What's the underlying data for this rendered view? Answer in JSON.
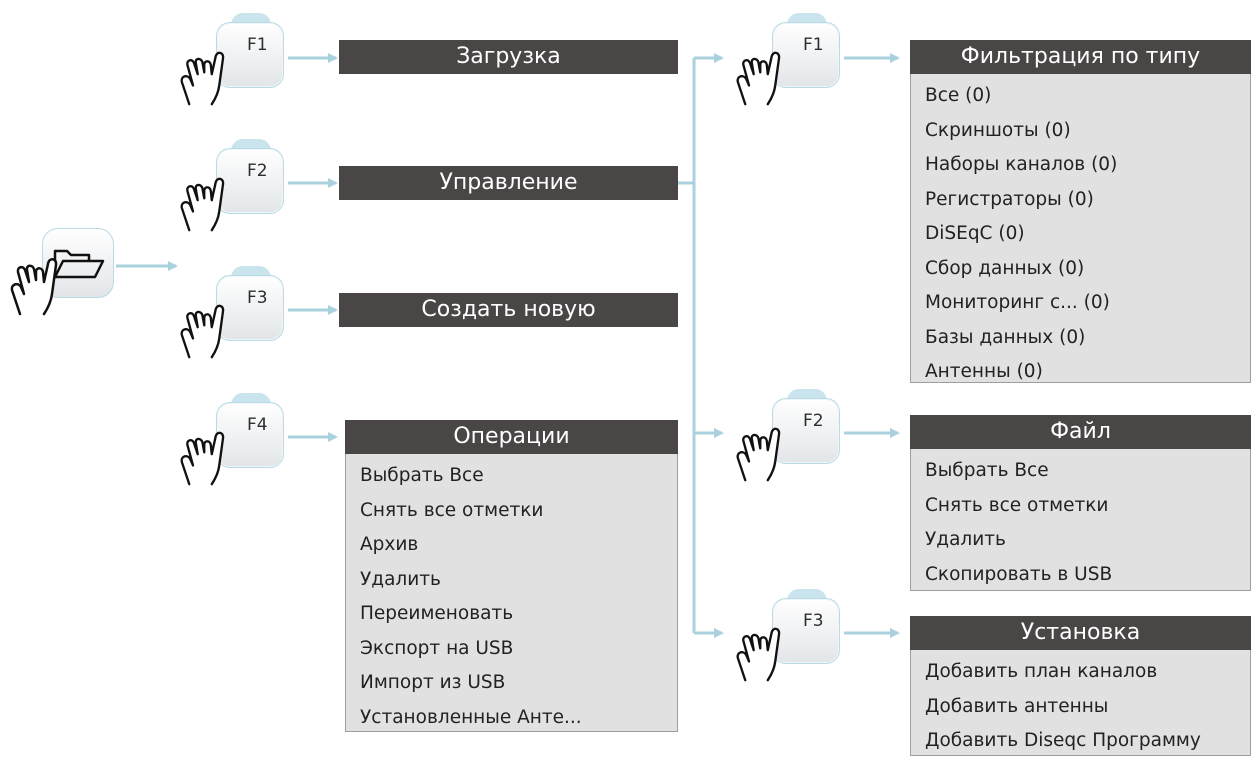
{
  "keys": {
    "left": [
      "F1",
      "F2",
      "F3",
      "F4"
    ],
    "right": [
      "F1",
      "F2",
      "F3"
    ]
  },
  "left_menu": {
    "download": "Загрузка",
    "manage": "Управление",
    "create_new": "Создать новую",
    "operations": {
      "title": "Операции",
      "items": [
        "Выбрать Все",
        "Снять все отметки",
        "Архив",
        "Удалить",
        "Переименовать",
        "Экспорт на USB",
        "Импорт из USB",
        "Установленные Анте..."
      ]
    }
  },
  "right_menu": {
    "filter": {
      "title": "Фильтрация по типу",
      "items": [
        "Все (0)",
        "Скриншоты (0)",
        "Наборы каналов (0)",
        "Регистраторы (0)",
        "DiSEqC (0)",
        "Сбор данных (0)",
        "Мониторинг с... (0)",
        "Базы данных (0)",
        "Антенны (0)"
      ]
    },
    "file": {
      "title": "Файл",
      "items": [
        "Выбрать Все",
        "Снять все отметки",
        "Удалить",
        "Скопировать в USB"
      ]
    },
    "install": {
      "title": "Установка",
      "items": [
        "Добавить план каналов",
        "Добавить антенны",
        "Добавить Diseqc Программу"
      ]
    }
  },
  "icons": {
    "folder": "folder-open-icon",
    "hand": "pointing-hand-icon"
  },
  "colors": {
    "header_bg": "#4a4646",
    "menu_bg": "#e1e1e1",
    "connector": "#a9d2de"
  }
}
